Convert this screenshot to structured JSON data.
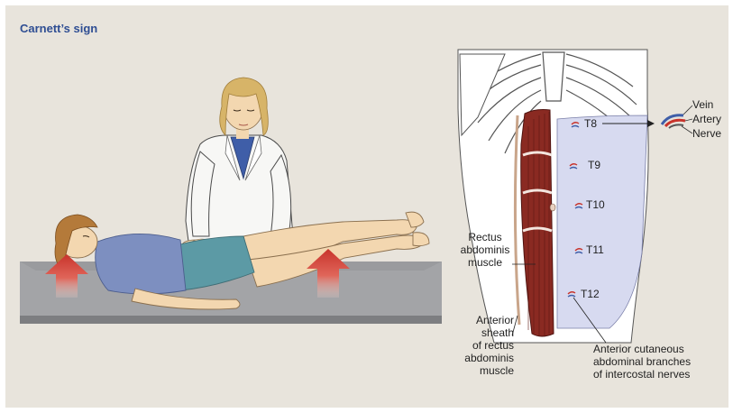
{
  "title": "Carnett’s sign",
  "colors": {
    "panel": "#e8e4dc",
    "title": "#2f4e93",
    "table": "#8e8f92",
    "arrow": "#c8332b",
    "muscle": "#8a2a22",
    "sheath": "#d7daf0",
    "skin": "#f3d7b0"
  },
  "segments": {
    "t8": "T8",
    "t9": "T9",
    "t10": "T10",
    "t11": "T11",
    "t12": "T12"
  },
  "vessel_labels": {
    "vein": "Vein",
    "artery": "Artery",
    "nerve": "Nerve"
  },
  "labels": {
    "rectus_line1": "Rectus",
    "rectus_line2": "abdominis",
    "rectus_line3": "muscle",
    "sheath_line1": "Anterior",
    "sheath_line2": "sheath",
    "sheath_line3": "of rectus",
    "sheath_line4": "abdominis",
    "sheath_line5": "muscle",
    "cutaneous_line1": "Anterior cutaneous",
    "cutaneous_line2": "abdominal branches",
    "cutaneous_line3": "of intercostal nerves"
  },
  "icons": {
    "up_arrow_left": "red-up-arrow-icon",
    "up_arrow_right": "red-up-arrow-icon"
  }
}
